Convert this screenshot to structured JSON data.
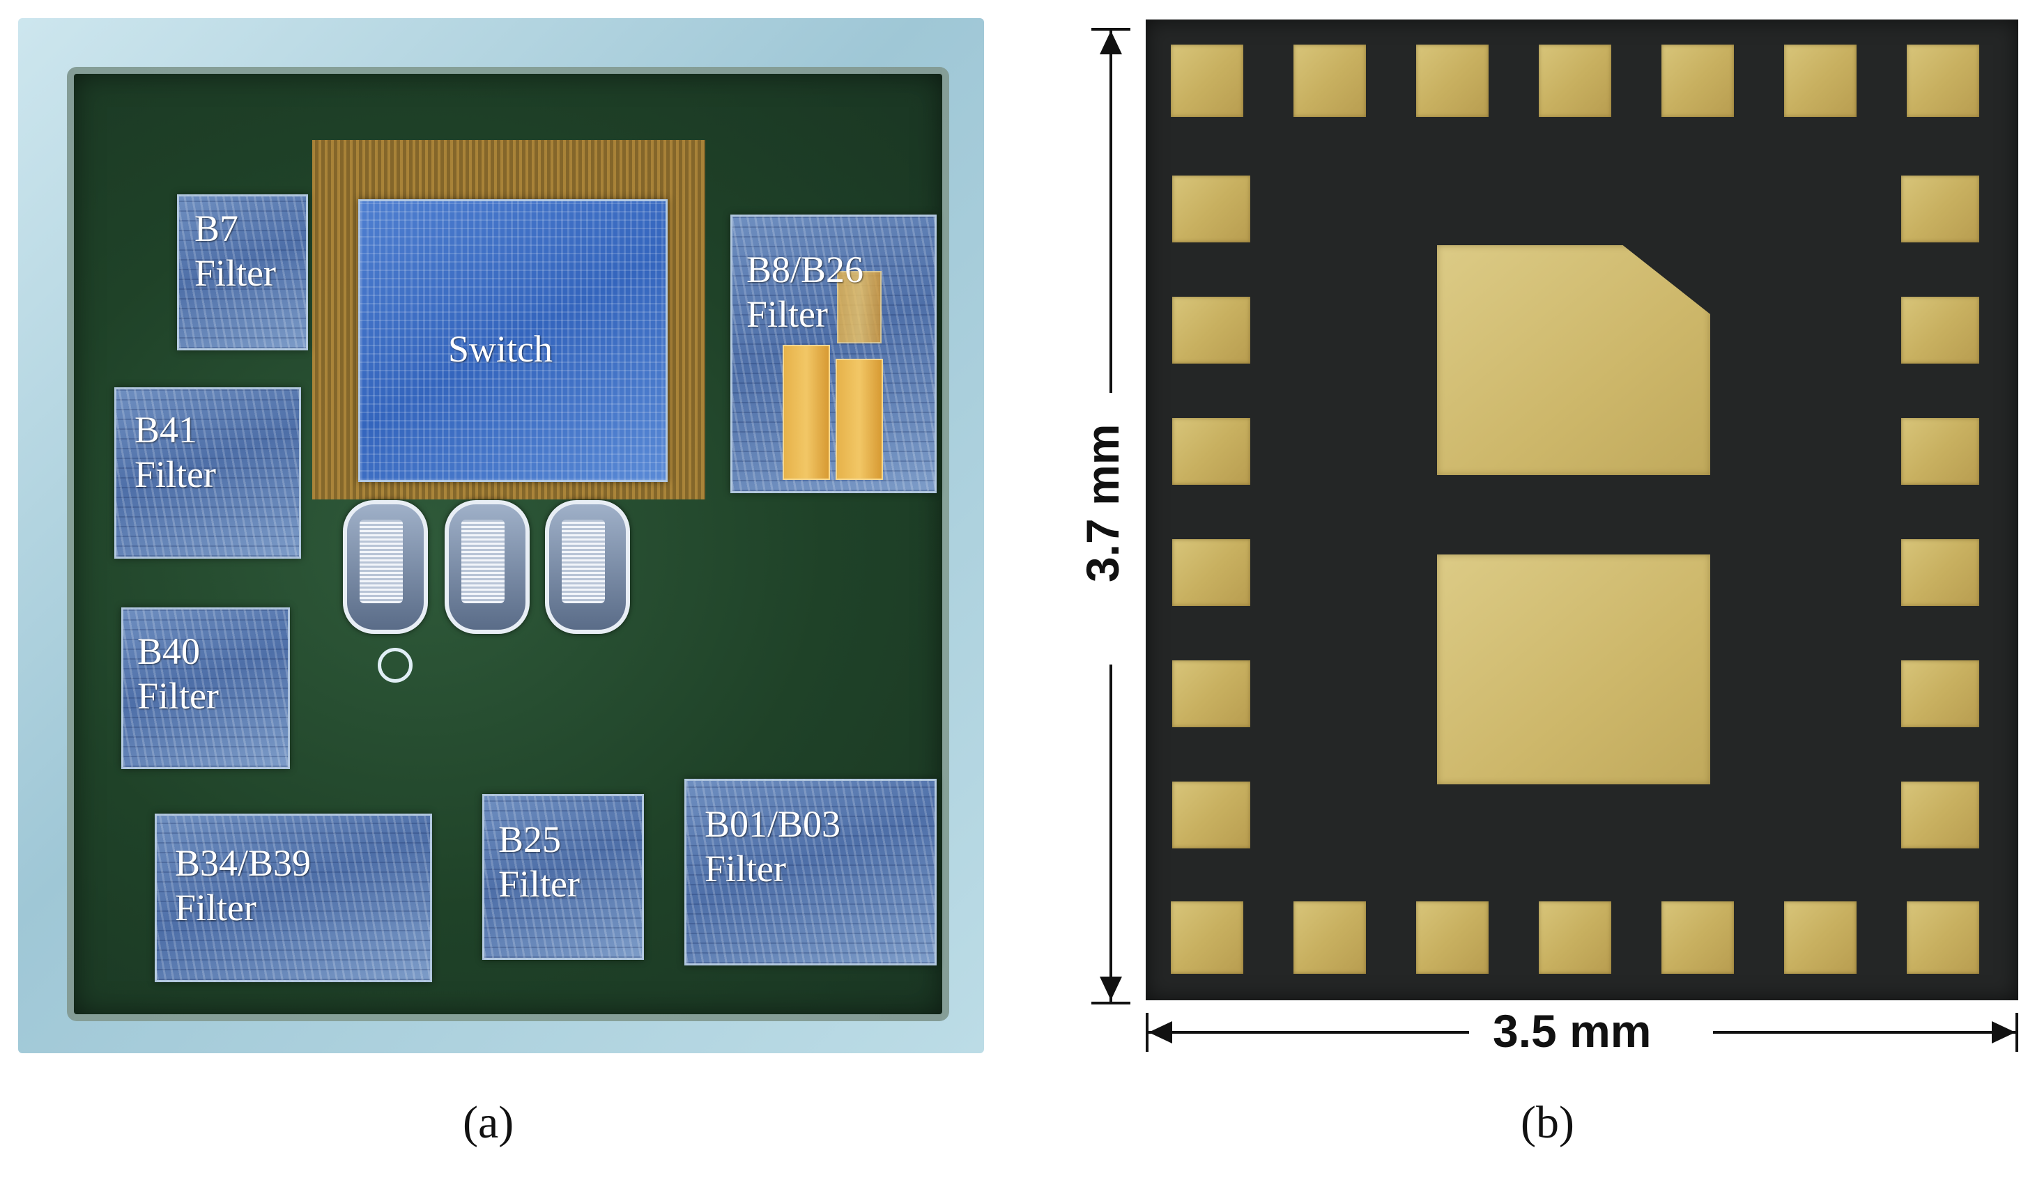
{
  "panel_a": {
    "caption": "(a)",
    "dies": {
      "b7": {
        "line1": "B7",
        "line2": "Filter"
      },
      "switch": {
        "line1": "Switch"
      },
      "b8b26": {
        "line1": "B8/B26",
        "line2": "Filter"
      },
      "b41": {
        "line1": "B41",
        "line2": "Filter"
      },
      "b40": {
        "line1": "B40",
        "line2": "Filter"
      },
      "b34b39": {
        "line1": "B34/B39",
        "line2": "Filter"
      },
      "b25": {
        "line1": "B25",
        "line2": "Filter"
      },
      "b01b03": {
        "line1": "B01/B03",
        "line2": "Filter"
      }
    }
  },
  "panel_b": {
    "caption": "(b)",
    "height_label": "3.7 mm",
    "width_label": "3.5 mm"
  },
  "colors": {
    "pad_gold": "#cdb76a",
    "package_body": "#242626",
    "board_green": "#1f4228",
    "die_blue": "#4e6fa8"
  }
}
